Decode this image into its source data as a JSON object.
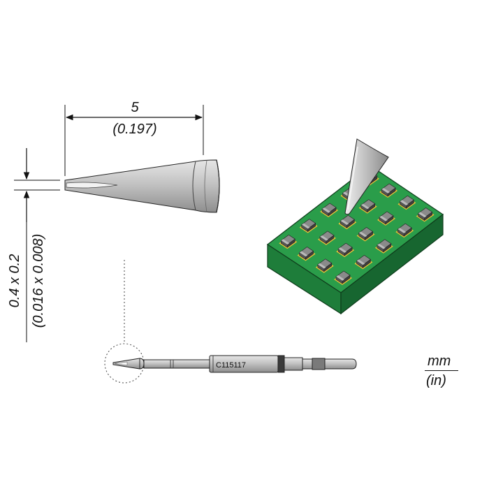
{
  "tip_length": {
    "mm": "5",
    "in": "(0.197)"
  },
  "tip_size": {
    "mm": "0.4 x 0.2",
    "in": "(0.016 x 0.008)"
  },
  "part_number": "C115117",
  "units": {
    "primary": "mm",
    "secondary": "(in)"
  },
  "colors": {
    "pcb_green": "#2a9d4a",
    "pcb_dark": "#1b6b32",
    "pad": "#e8c13a",
    "metal": "#c9c9c9",
    "chip": "#555555"
  }
}
